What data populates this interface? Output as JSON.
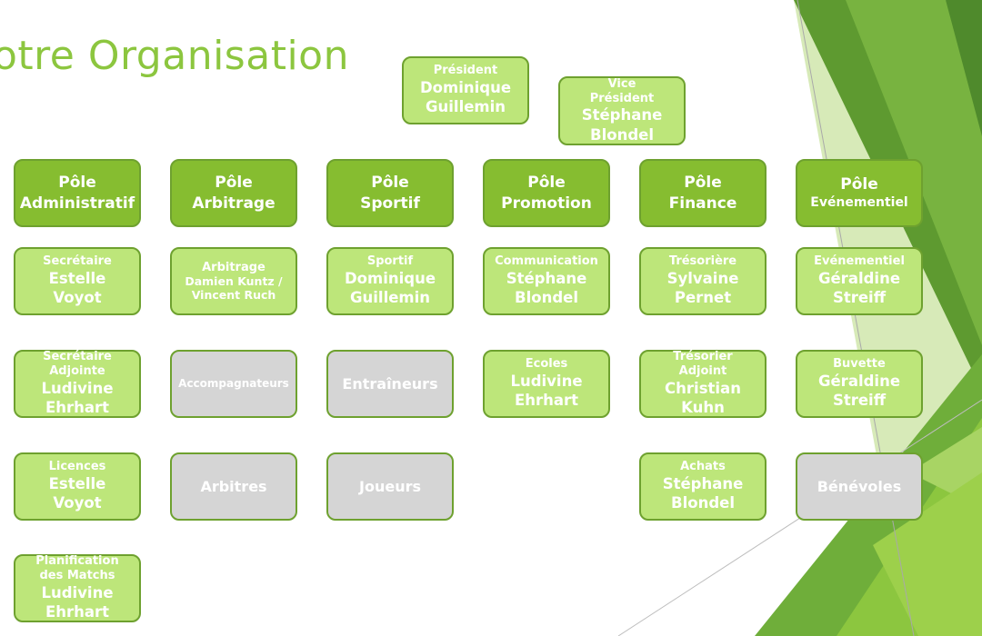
{
  "title": "otre Organisation",
  "president": {
    "role": "Président",
    "name": [
      "Dominique",
      "Guillemin"
    ]
  },
  "vice_president": {
    "role": [
      "Vice",
      "Président"
    ],
    "name": [
      "Stéphane",
      "Blondel"
    ]
  },
  "poles": [
    {
      "line1": "Pôle",
      "line2": "Administratif"
    },
    {
      "line1": "Pôle",
      "line2": "Arbitrage"
    },
    {
      "line1": "Pôle",
      "line2": "Sportif"
    },
    {
      "line1": "Pôle",
      "line2": "Promotion"
    },
    {
      "line1": "Pôle",
      "line2": "Finance"
    },
    {
      "line1": "Pôle",
      "line2": "Evénementiel"
    }
  ],
  "members": {
    "administratif": [
      {
        "role": "Secrétaire",
        "name": [
          "Estelle",
          "Voyot"
        ]
      },
      {
        "role": [
          "Secrétaire",
          "Adjointe"
        ],
        "name": [
          "Ludivine",
          "Ehrhart"
        ]
      },
      {
        "role": "Licences",
        "name": [
          "Estelle",
          "Voyot"
        ]
      },
      {
        "role": [
          "Planification",
          "des Matchs"
        ],
        "name": [
          "Ludivine",
          "Ehrhart"
        ]
      }
    ],
    "arbitrage": [
      {
        "role": "Arbitrage",
        "names_small": [
          "Damien Kuntz /",
          "Vincent Ruch"
        ]
      },
      {
        "group": "Accompagnateurs"
      },
      {
        "group": "Arbitres"
      }
    ],
    "sportif": [
      {
        "role": "Sportif",
        "name": [
          "Dominique",
          "Guillemin"
        ]
      },
      {
        "group": "Entraîneurs"
      },
      {
        "group": "Joueurs"
      }
    ],
    "promotion": [
      {
        "role": "Communication",
        "name": [
          "Stéphane",
          "Blondel"
        ]
      },
      {
        "role": "Ecoles",
        "name": [
          "Ludivine",
          "Ehrhart"
        ]
      }
    ],
    "finance": [
      {
        "role": "Trésorière",
        "name": [
          "Sylvaine",
          "Pernet"
        ]
      },
      {
        "role": [
          "Trésorier",
          "Adjoint"
        ],
        "name": [
          "Christian",
          "Kuhn"
        ]
      },
      {
        "role": "Achats",
        "name": [
          "Stéphane",
          "Blondel"
        ]
      }
    ],
    "evenementiel": [
      {
        "role": "Evénementiel",
        "name": [
          "Géraldine",
          "Streiff"
        ]
      },
      {
        "role": "Buvette",
        "name": [
          "Géraldine",
          "Streiff"
        ]
      },
      {
        "group": "Bénévoles"
      }
    ]
  },
  "colors": {
    "title": "#8cc63f",
    "pole_fill": "#86bd30",
    "member_fill": "#bde67a",
    "group_fill": "#d5d5d5",
    "border": "#6ea12f"
  }
}
